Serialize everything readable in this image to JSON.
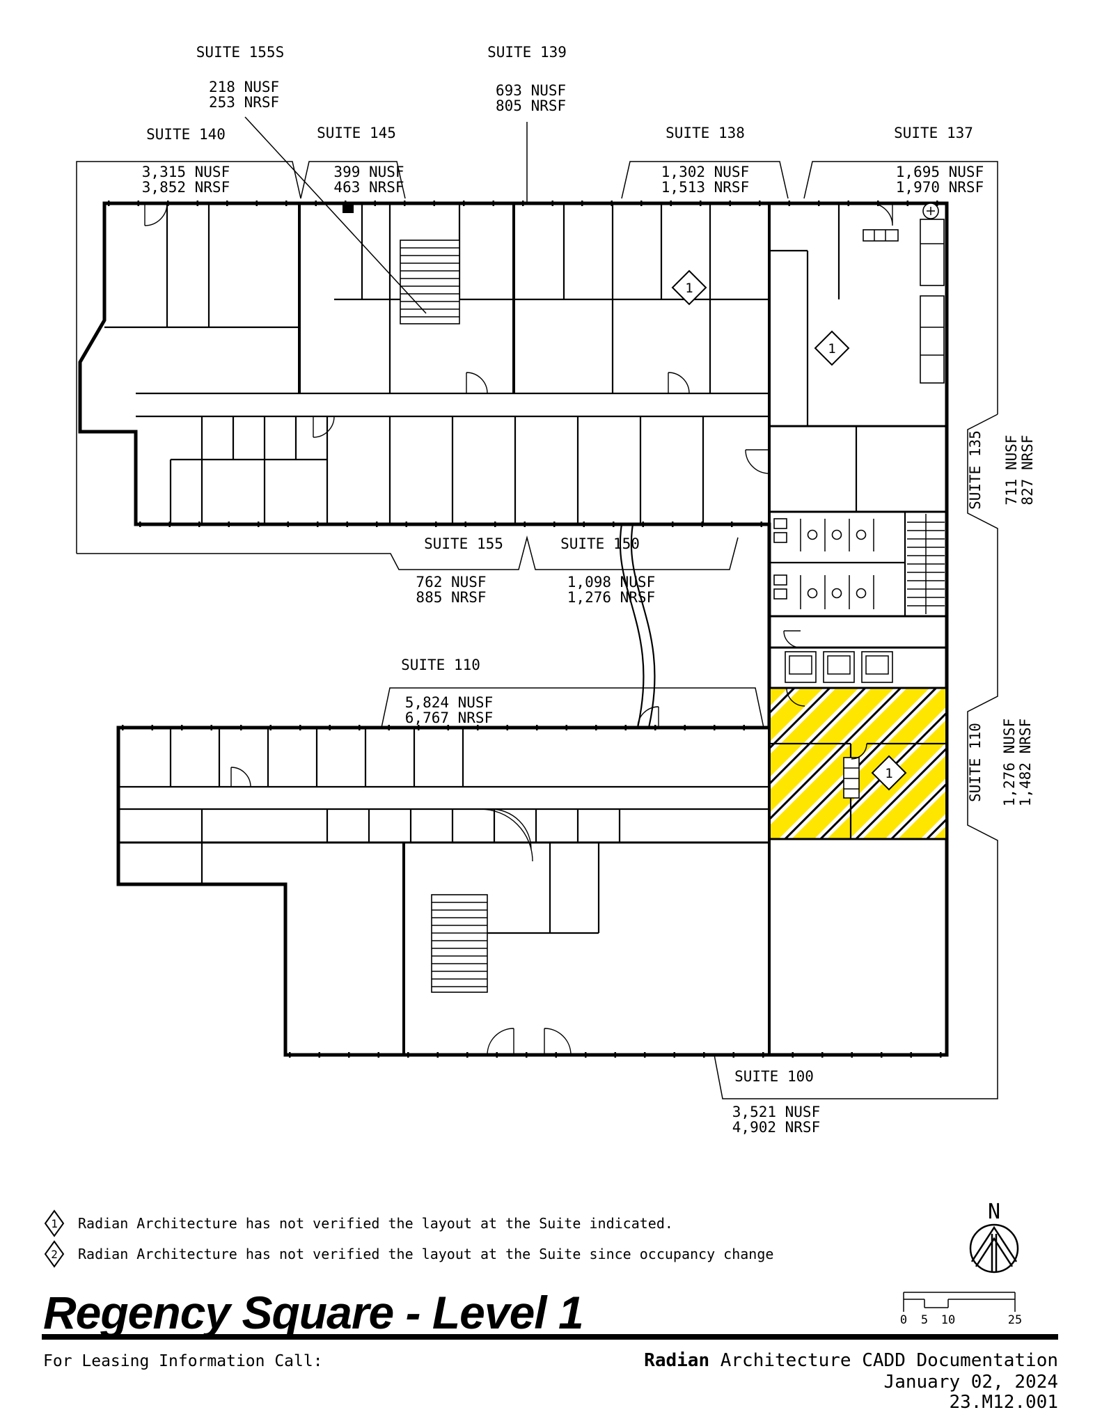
{
  "title": "Regency Square -  Level 1",
  "suites": {
    "s155S": {
      "name": "SUITE 155S",
      "nusf": "218 NUSF",
      "nrsf": "253 NRSF"
    },
    "s139": {
      "name": "SUITE 139",
      "nusf": "693 NUSF",
      "nrsf": "805 NRSF"
    },
    "s140": {
      "name": "SUITE 140",
      "nusf": "3,315 NUSF",
      "nrsf": "3,852 NRSF"
    },
    "s145": {
      "name": "SUITE 145",
      "nusf": "399 NUSF",
      "nrsf": "463 NRSF"
    },
    "s138": {
      "name": "SUITE 138",
      "nusf": "1,302 NUSF",
      "nrsf": "1,513 NRSF"
    },
    "s137": {
      "name": "SUITE 137",
      "nusf": "1,695 NUSF",
      "nrsf": "1,970 NRSF"
    },
    "s135": {
      "name": "SUITE 135",
      "nusf": "711 NUSF",
      "nrsf": "827 NRSF"
    },
    "s155": {
      "name": "SUITE 155",
      "nusf": "762 NUSF",
      "nrsf": "885 NRSF"
    },
    "s150": {
      "name": "SUITE 150",
      "nusf": "1,098 NUSF",
      "nrsf": "1,276 NRSF"
    },
    "s110": {
      "name": "SUITE 110",
      "nusf": "5,824 NUSF",
      "nrsf": "6,767 NRSF"
    },
    "s110r": {
      "name": "SUITE 110",
      "nusf": "1,276 NUSF",
      "nrsf": "1,482 NRSF"
    },
    "s100": {
      "name": "SUITE 100",
      "nusf": "3,521 NUSF",
      "nrsf": "4,902 NRSF"
    }
  },
  "markers": {
    "plan": "1"
  },
  "notes": [
    {
      "marker": "1",
      "text": "Radian Architecture has not verified the layout at the Suite indicated."
    },
    {
      "marker": "2",
      "text": "Radian Architecture has not verified the layout at the Suite since occupancy change"
    }
  ],
  "compass": {
    "north_label": "N"
  },
  "scale_bar": {
    "ticks": [
      "0",
      "5",
      "10",
      "25"
    ]
  },
  "footer": {
    "leasing_text": "For Leasing Information Call:",
    "firm_name": "Radian",
    "firm_suffix": " Architecture CADD Documentation",
    "date": "January 02, 2024",
    "doc_number": "23.M12.001"
  },
  "colors": {
    "highlight": "#FFE600",
    "line": "#000000",
    "background": "#FFFFFF"
  }
}
